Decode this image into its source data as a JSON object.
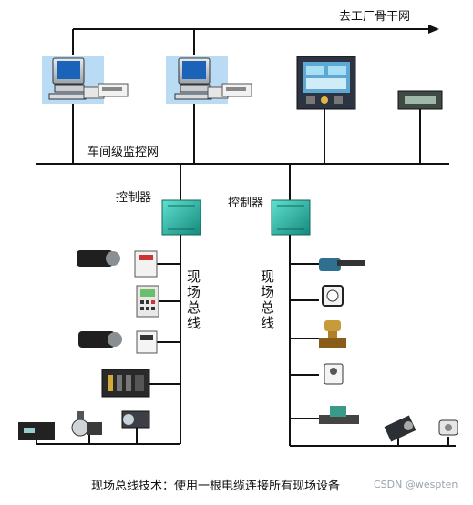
{
  "labels": {
    "plant_backbone": "去工厂骨干网",
    "workshop_network": "车间级监控网",
    "controller_left": "控制器",
    "controller_right": "控制器",
    "fieldbus_left": "现场总线",
    "fieldbus_right": "现场总线",
    "caption": "现场总线技术：使用一根电缆连接所有现场设备",
    "watermark": "CSDN @wespten"
  },
  "colors": {
    "line": "#111111",
    "controller": "#2bb7a6",
    "monitor_screen": "#1a63b8",
    "panel_screen": "#5fa8d3"
  },
  "icons": {
    "workstations": [
      "pc-workstation-icon",
      "pc-workstation-icon"
    ],
    "panel": "operator-panel-icon",
    "gateway": "network-module-icon",
    "left_devices": [
      "servo-motor-icon",
      "io-module-icon",
      "keypad-terminal-icon",
      "servo-motor-icon",
      "drive-module-icon",
      "io-rack-icon",
      "valve-actuator-icon",
      "camera-sensor-icon",
      "pump-motor-icon"
    ],
    "right_devices": [
      "flow-sensor-icon",
      "pressure-gauge-icon",
      "control-valve-icon",
      "transmitter-icon",
      "flow-meter-icon",
      "motor-gear-icon",
      "sensor-icon"
    ]
  }
}
